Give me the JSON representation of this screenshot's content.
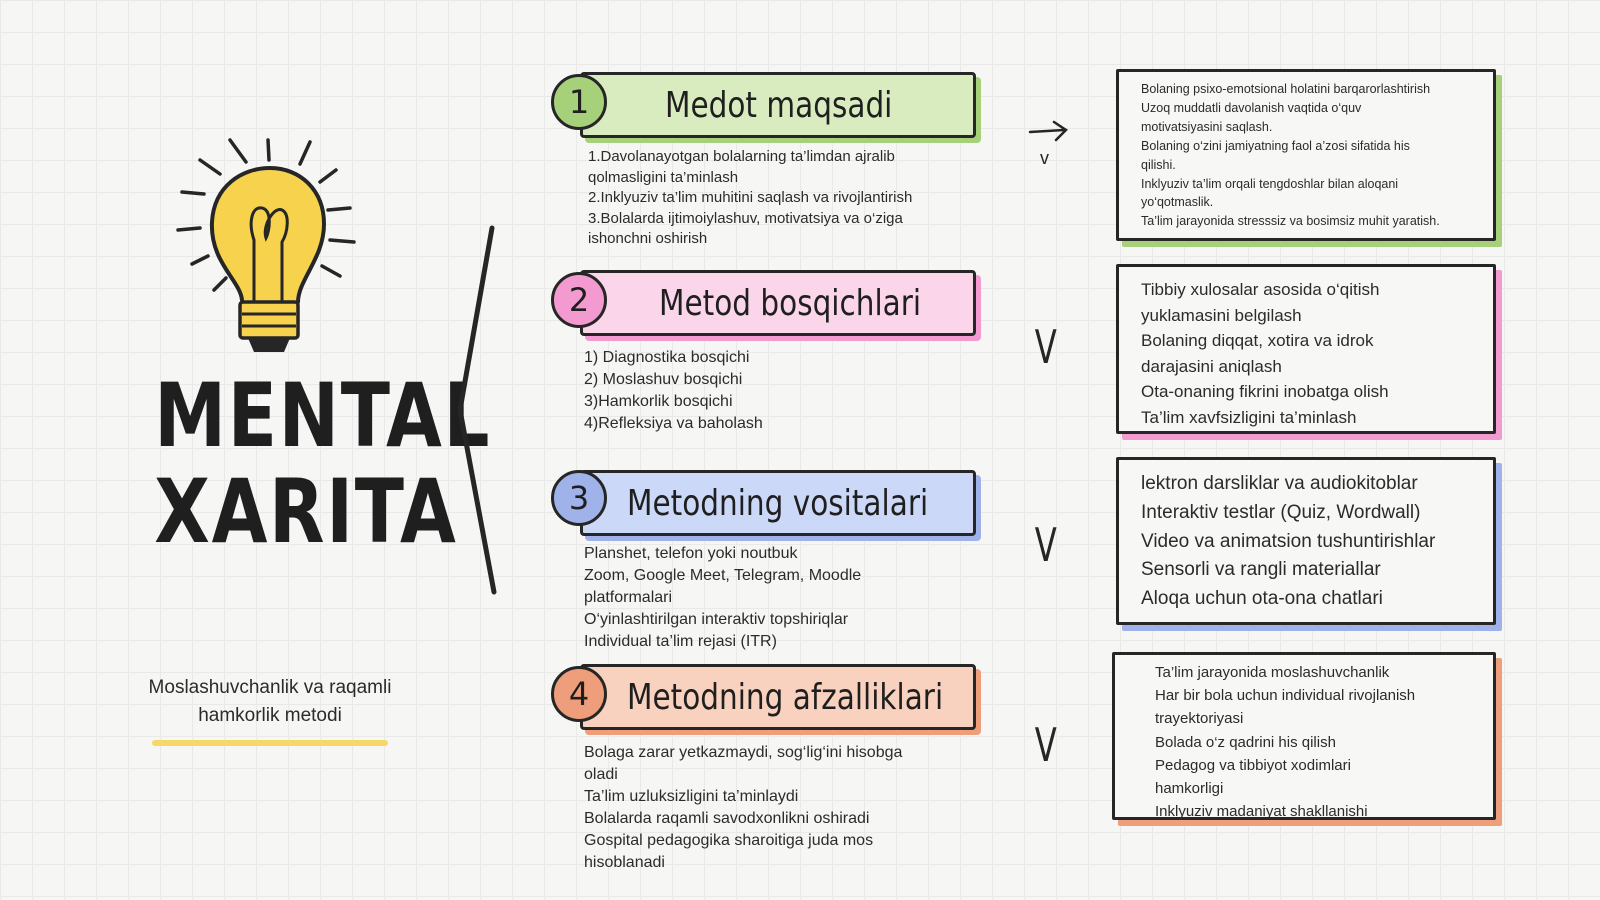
{
  "main_title": {
    "line1": "MENTAL",
    "line2": "XARITA"
  },
  "subtitle": {
    "line1": "Moslashuvchanlik va raqamli",
    "line2": "hamkorlik metodi"
  },
  "colors": {
    "green": "#d9ecc0",
    "green_dark": "#a6d07a",
    "pink": "#fbd6ea",
    "pink_dark": "#f39bd0",
    "blue": "#ccd8f7",
    "blue_dark": "#9fb3ea",
    "orange": "#f9d1bf",
    "orange_dark": "#ee9e7a",
    "bulb": "#f7d24c"
  },
  "sections": [
    {
      "number": "1",
      "title": "Medot maqsadi",
      "items": [
        "1.Davolanayotgan bolalarning ta’limdan ajralib",
        "qolmasligini ta’minlash",
        "2.Inklyuziv ta’lim muhitini saqlash va rivojlantirish",
        "3.Bolalarda ijtimoiylashuv, motivatsiya va o‘ziga",
        "ishonchni oshirish"
      ],
      "connector": "v",
      "card": [
        "Bolaning psixo-emotsional holatini barqarorlashtirish",
        "Uzoq muddatli davolanish vaqtida o‘quv",
        "motivatsiyasini saqlash.",
        "Bolaning o‘zini jamiyatning faol a’zosi sifatida his",
        "qilishi.",
        "Inklyuziv ta’lim orqali tengdoshlar bilan aloqani",
        "yo‘qotmaslik.",
        "Ta’lim jarayonida stresssiz va bosimsiz muhit yaratish."
      ]
    },
    {
      "number": "2",
      "title": "Metod bosqichlari",
      "items": [
        "1) Diagnostika bosqichi",
        "2) Moslashuv bosqichi",
        "3)Hamkorlik bosqichi",
        "4)Refleksiya va baholash"
      ],
      "connector": "V",
      "card": [
        "Tibbiy xulosalar asosida o‘qitish",
        "yuklamasini belgilash",
        "Bolaning diqqat, xotira va idrok",
        "darajasini aniqlash",
        "Ota-onaning fikrini inobatga olish",
        "Ta’lim xavfsizligini ta’minlash"
      ]
    },
    {
      "number": "3",
      "title": "Metodning  vositalari",
      "items": [
        "Planshet, telefon yoki noutbuk",
        "Zoom, Google Meet, Telegram, Moodle",
        "platformalari",
        "O‘yinlashtirilgan interaktiv topshiriqlar",
        "Individual ta’lim rejasi (ITR)"
      ],
      "connector": "V",
      "card": [
        "lektron darsliklar va audiokitoblar",
        "Interaktiv testlar (Quiz, Wordwall)",
        "Video va animatsion tushuntirishlar",
        "Sensorli va rangli materiallar",
        "Aloqa uchun ota-ona chatlari"
      ]
    },
    {
      "number": "4",
      "title": "Metodning afzalliklari",
      "items": [
        "Bolaga zarar yetkazmaydi, sog‘lig‘ini hisobga",
        "oladi",
        "Ta’lim uzluksizligini ta’minlaydi",
        "Bolalarda raqamli savodxonlikni oshiradi",
        "Gospital pedagogika sharoitiga juda mos",
        "hisoblanadi"
      ],
      "connector": "V",
      "card": [
        "Ta’lim jarayonida moslashuvchanlik",
        "Har bir bola uchun individual rivojlanish",
        "trayektoriyasi",
        "Bolada o‘z qadrini his qilish",
        "Pedagog va tibbiyot xodimlari",
        "hamkorligi",
        "Inklyuziv madaniyat shakllanishi"
      ]
    }
  ]
}
